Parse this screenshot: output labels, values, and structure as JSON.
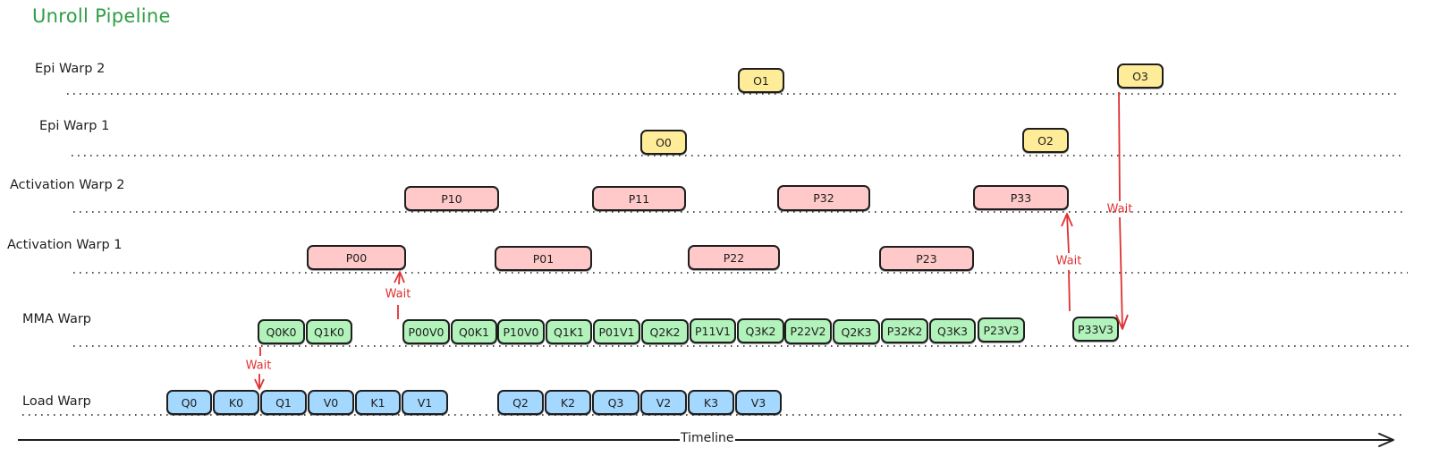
{
  "title": "Unroll Pipeline",
  "colors": {
    "title": "#2f9e44",
    "load": "#a5d8ff",
    "mma": "#b2f2bb",
    "activation": "#ffc9c9",
    "epilogue": "#ffec99",
    "wait": "#e03131",
    "stroke": "#1e1e1e"
  },
  "rows": [
    {
      "id": "epi2",
      "label": "Epi Warp 2"
    },
    {
      "id": "epi1",
      "label": "Epi Warp 1"
    },
    {
      "id": "act2",
      "label": "Activation Warp 2"
    },
    {
      "id": "act1",
      "label": "Activation Warp 1"
    },
    {
      "id": "mma",
      "label": "MMA Warp"
    },
    {
      "id": "load",
      "label": "Load Warp"
    }
  ],
  "tasks": {
    "load": [
      "Q0",
      "K0",
      "Q1",
      "V0",
      "K1",
      "V1",
      "Q2",
      "K2",
      "Q3",
      "V2",
      "K3",
      "V3"
    ],
    "mma": [
      "Q0K0",
      "Q1K0",
      "P00V0",
      "Q0K1",
      "P10V0",
      "Q1K1",
      "P01V1",
      "Q2K2",
      "P11V1",
      "Q3K2",
      "P22V2",
      "Q2K3",
      "P32K2",
      "Q3K3",
      "P23V3",
      "P33V3"
    ],
    "act1": [
      "P00",
      "P01",
      "P22",
      "P23"
    ],
    "act2": [
      "P10",
      "P11",
      "P32",
      "P33"
    ],
    "epi1": [
      "O0",
      "O2"
    ],
    "epi2": [
      "O1",
      "O3"
    ]
  },
  "dependencies": [
    {
      "label": "Wait",
      "from": "Q0K0",
      "to": "Q1",
      "direction": "down"
    },
    {
      "label": "Wait",
      "from": "P00V0",
      "to": "P00",
      "direction": "up"
    },
    {
      "label": "Wait",
      "from": "P33V3",
      "to": "P33",
      "direction": "up"
    },
    {
      "label": "Wait",
      "from": "O3",
      "to": "P33V3",
      "direction": "down"
    }
  ],
  "timeline": {
    "label": "Timeline"
  }
}
